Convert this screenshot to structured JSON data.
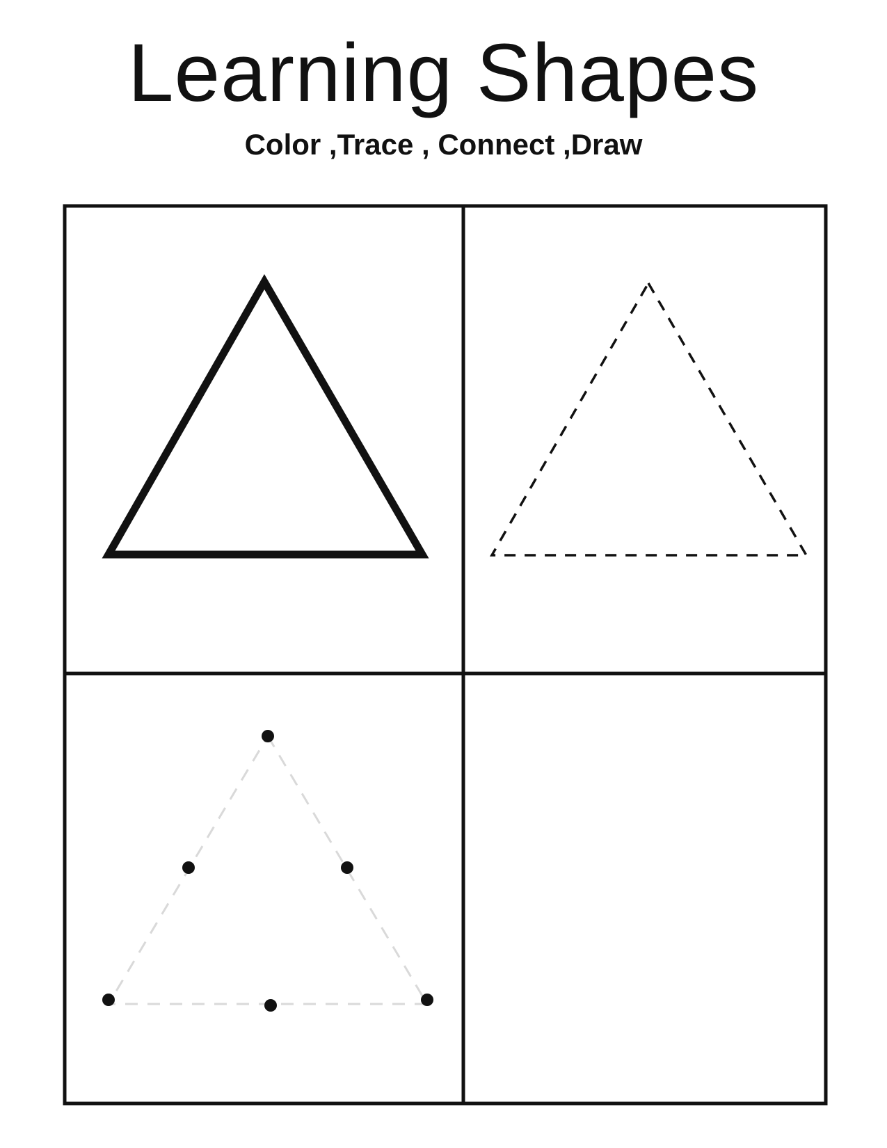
{
  "worksheet": {
    "title": "Learning Shapes",
    "subtitle": "Color ,Trace , Connect ,Draw"
  },
  "panels": [
    {
      "name": "color",
      "shape": "triangle",
      "style": "solid-outline"
    },
    {
      "name": "trace",
      "shape": "triangle",
      "style": "dashed-outline"
    },
    {
      "name": "connect",
      "shape": "triangle",
      "style": "dot-to-dot",
      "dots": 6
    },
    {
      "name": "draw",
      "shape": "blank",
      "style": "empty"
    }
  ],
  "colors": {
    "ink": "#111111",
    "guide": "#d9d9d9",
    "paper": "#ffffff"
  }
}
